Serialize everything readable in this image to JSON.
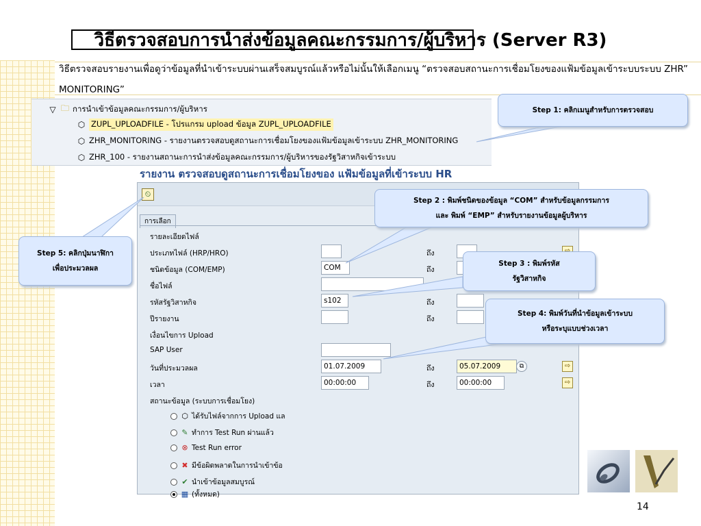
{
  "slide": {
    "title": "วิธีตรวจสอบการนำส่งข้อมูลคณะกรรมการ/ผู้บริหาร (Server R3)",
    "description": "วิธีตรวจสอบรายงานเพื่อดูว่าข้อมูลที่นำเข้าระบบผ่านเสร็จสมบูรณ์แล้วหรือไม่นั้นให้เลือกเมนู “ตรวจสอบสถานะการเชื่อมโยงของแฟ้มข้อมูลเข้าระบบระบบ ZHR” MONITORING”",
    "page_number": "14"
  },
  "tree": {
    "folder_label": "การนำเข้าข้อมูลคณะกรรมการ/ผู้บริหาร",
    "items": [
      "ZUPL_UPLOADFILE - โปรแกรม upload ข้อมูล ZUPL_UPLOADFILE",
      "ZHR_MONITORING - รายงานตรวจสอบดูสถานะการเชื่อมโยงของแฟ้มข้อมูลเข้าระบบ ZHR_MONITORING",
      "ZHR_100 - รายงานสถานะการนำส่งข้อมูลคณะกรรมการ/ผู้บริหารของรัฐวิสาหกิจเข้าระบบ"
    ]
  },
  "report": {
    "title": "รายงาน ตรวจสอบดูสถานะการเชื่อมโยงของ แฟ้มข้อมูลที่เข้าระบบ HR",
    "group_label": "การเลือก",
    "to_label": "ถึง",
    "section_file_details": "รายละเอียดไฟล์",
    "section_upload_conditions": "เงื่อนไขการ Upload",
    "section_status": "สถานะข้อมูล (ระบบการเชื่อมโยง)",
    "fields": {
      "file_type": {
        "label": "ประเภทไฟล์ (HRP/HRO)",
        "value": ""
      },
      "data_type": {
        "label": "ชนิดข้อมูล (COM/EMP)",
        "value": "COM"
      },
      "file_name": {
        "label": "ชื่อไฟล์",
        "value": ""
      },
      "company_code": {
        "label": "รหัสรัฐวิสาหกิจ",
        "value": "s102"
      },
      "report_year": {
        "label": "ปีรายงาน",
        "value": ""
      },
      "sap_user": {
        "label": "SAP User",
        "value": ""
      },
      "process_date": {
        "label": "วันที่ประมวลผล",
        "value": "01.07.2009",
        "to_value": "05.07.2009"
      },
      "time": {
        "label": "เวลา",
        "value": "00:00:00",
        "to_value": "00:00:00"
      }
    },
    "status_options": [
      {
        "label": "ได้รับไฟล์จากการ Upload แล",
        "icon": "package-icon",
        "selected": false
      },
      {
        "label": "ทำการ Test Run ผ่านแล้ว",
        "icon": "test-pass-icon",
        "selected": false
      },
      {
        "label": "Test Run error",
        "icon": "test-error-icon",
        "selected": false
      },
      {
        "label": "มีข้อผิดพลาดในการนำเข้าข้อ",
        "icon": "red-x-icon",
        "selected": false
      },
      {
        "label": "นำเข้าข้อมูลสมบูรณ์",
        "icon": "green-check-icon",
        "selected": false
      },
      {
        "label": "(ทั้งหมด)",
        "icon": "table-icon",
        "selected": true
      }
    ]
  },
  "callouts": {
    "step1": "Step 1:   คลิกเมนูสำหรับการตรวจสอบ",
    "step2_line1": "Step 2 : พิมพ์ชนิดของข้อมูล “COM”  สำหรับข้อมูลกรรมการ",
    "step2_line2": "และ พิมพ์  “EMP” สำหรับรายงานข้อมูลผู้บริหาร",
    "step3_line1": "Step 3 : พิมพ์รหัส",
    "step3_line2": "รัฐวิสาหกิจ",
    "step4_line1": "Step 4: พิมพ์วันที่นำข้อมูลเข้าระบบ",
    "step4_line2": "หรือระบุแบบช่วงเวลา",
    "step5_line1": "Step 5: คลิกปุ่มนาฬิกา",
    "step5_line2": "เพื่อประมวลผล"
  },
  "colors": {
    "callout_fill": "#ddeaff",
    "report_title": "#2a4d8a",
    "sap_background": "#e5ecf3"
  }
}
